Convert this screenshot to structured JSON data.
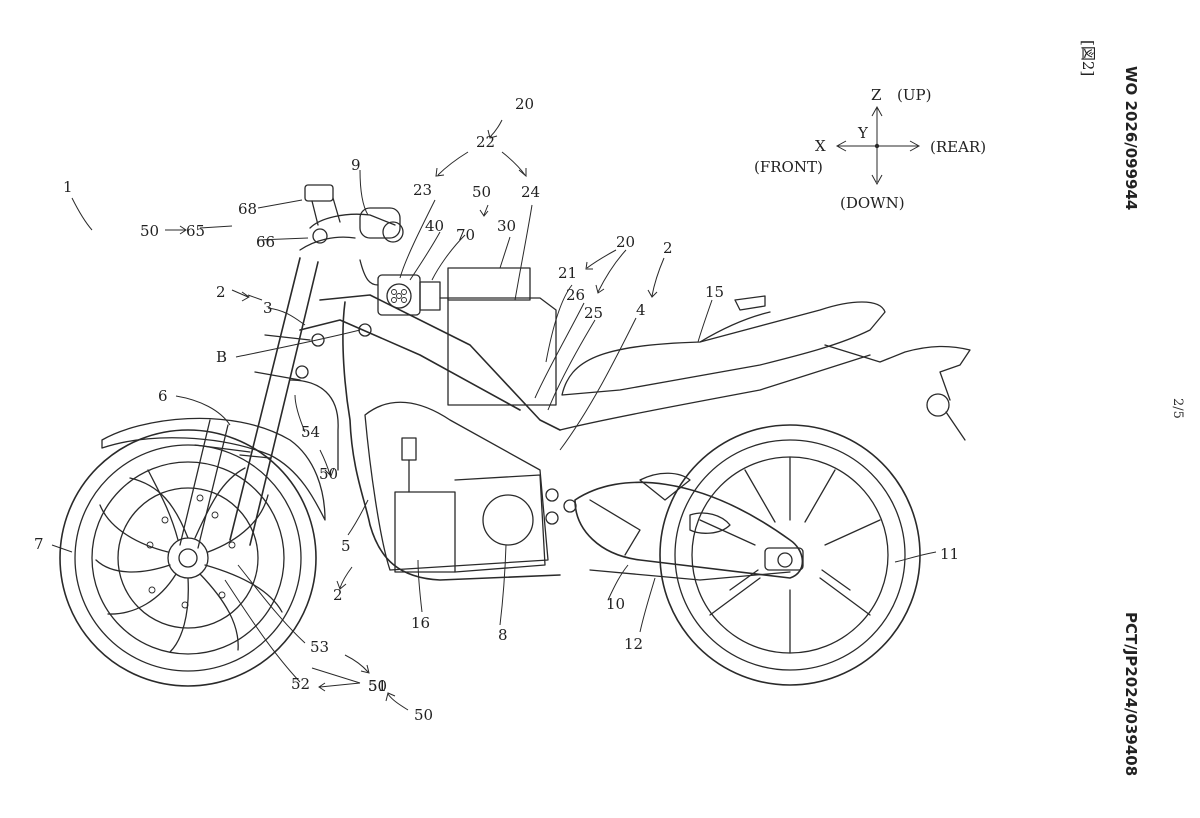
{
  "header": {
    "pub_number": "WO 2026/099944",
    "app_number": "PCT/JP2024/039408",
    "figure_label": "[図2]",
    "page_indicator": "2/5"
  },
  "axes": {
    "z": "Z",
    "up": "(UP)",
    "y": "Y",
    "x": "X",
    "rear": "(REAR)",
    "front": "(FRONT)",
    "down": "(DOWN)"
  },
  "labels": [
    "1",
    "2",
    "2",
    "2",
    "3",
    "4",
    "5",
    "6",
    "7",
    "8",
    "9",
    "10",
    "11",
    "12",
    "15",
    "16",
    "20",
    "20",
    "21",
    "22",
    "23",
    "24",
    "25",
    "26",
    "30",
    "40",
    "50",
    "50",
    "50",
    "50",
    "50",
    "51",
    "52",
    "53",
    "54",
    "65",
    "66",
    "68",
    "70",
    "B"
  ]
}
